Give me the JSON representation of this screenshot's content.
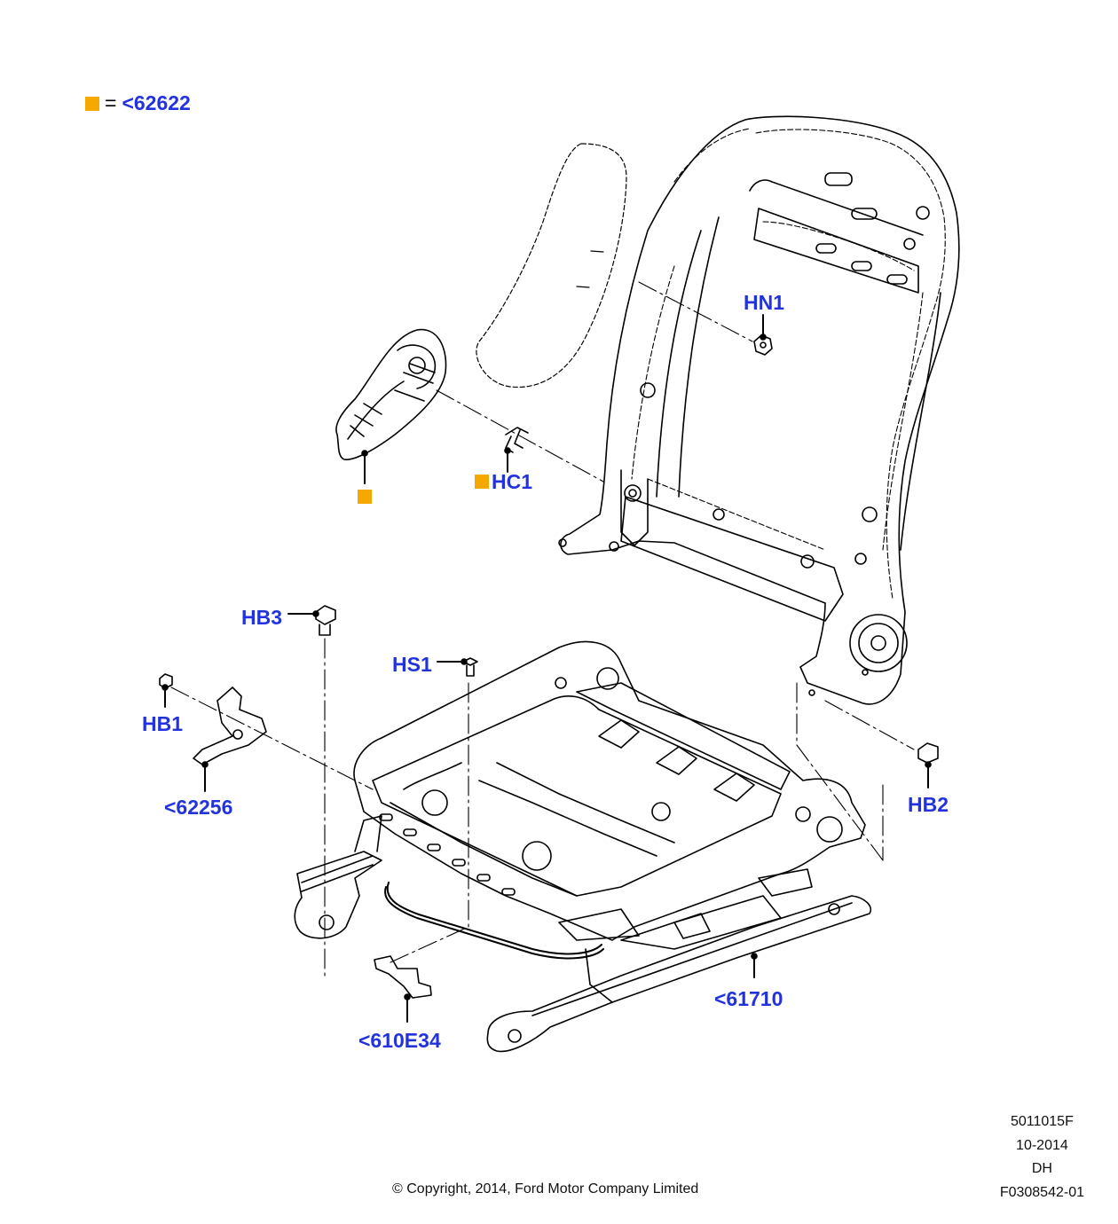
{
  "legend": {
    "equals": "=",
    "ref": "<62622"
  },
  "callouts": {
    "hn1": "HN1",
    "hc1": "HC1",
    "hb3": "HB3",
    "hs1": "HS1",
    "hb1": "HB1",
    "hb2": "HB2",
    "p62256": "<62256",
    "p61710": "<61710",
    "p610e34": "<610E34"
  },
  "footer": {
    "code": "5011015F",
    "date": "10-2014",
    "initials": "DH",
    "figure_id": "F0308542-01",
    "copyright": "© Copyright, 2014, Ford Motor Company Limited"
  },
  "colors": {
    "callout": "#2233dd",
    "legend_marker": "#f5a800",
    "line": "#000000"
  }
}
